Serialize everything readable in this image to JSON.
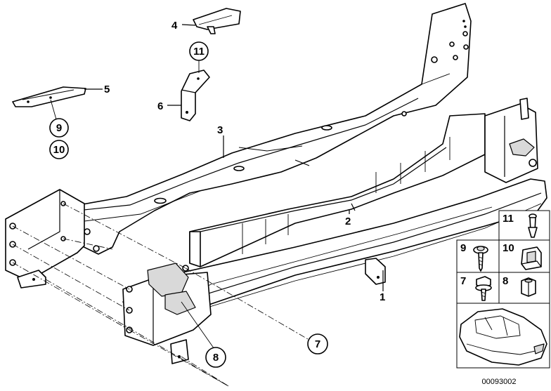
{
  "labels": {
    "p1": "1",
    "p2": "2",
    "p3": "3",
    "p4": "4",
    "p5": "5",
    "p6": "6",
    "c7": "7",
    "c8": "8",
    "c9": "9",
    "c10": "10",
    "c11": "11"
  },
  "legend": {
    "k11": "11",
    "k9": "9",
    "k10": "10",
    "k7": "7",
    "k8": "8"
  },
  "diagram_code": "00093002"
}
